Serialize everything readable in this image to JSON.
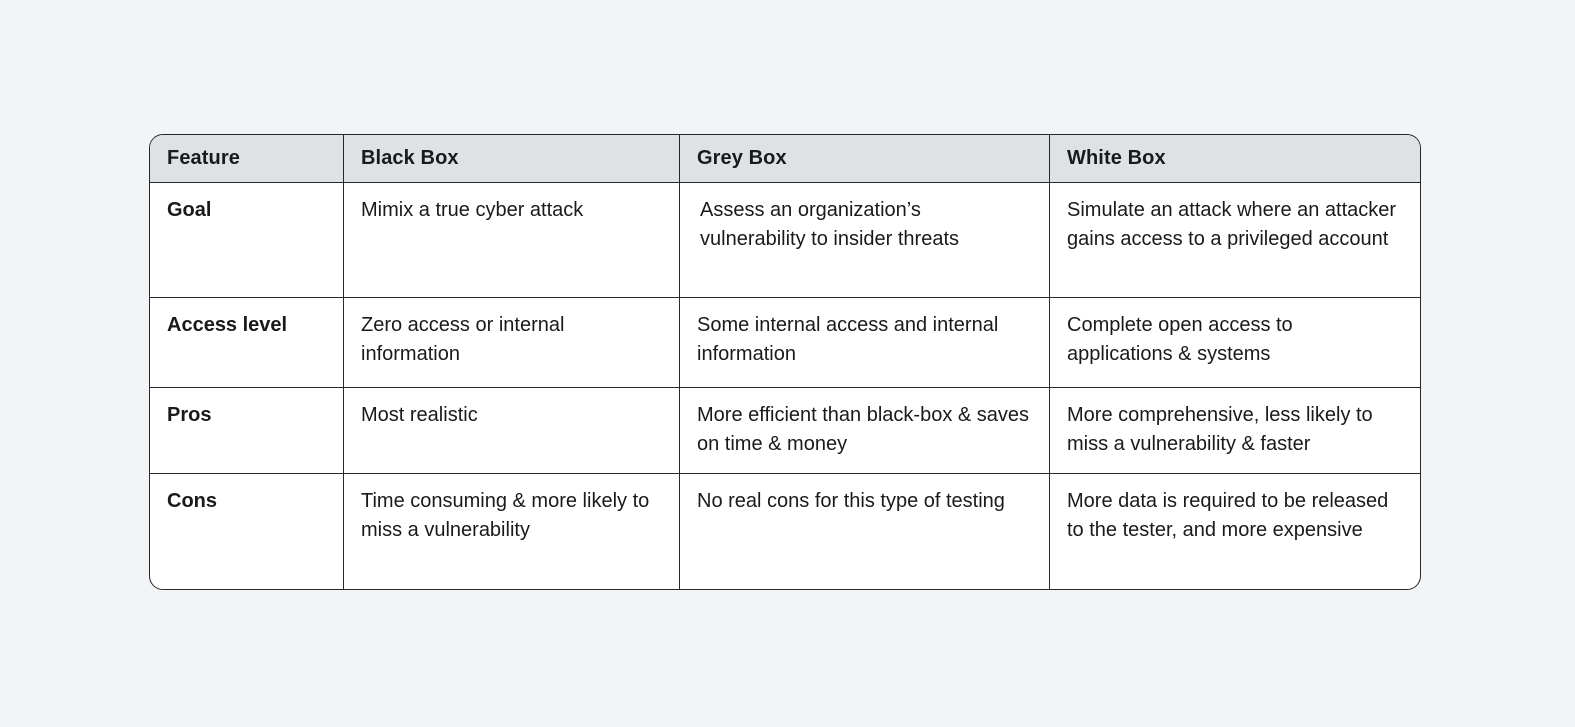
{
  "chart_data": {
    "type": "table",
    "columns": [
      "Feature",
      "Black Box",
      "Grey Box",
      "White Box"
    ],
    "rows": [
      [
        "Goal",
        "Mimix a true cyber attack",
        "Assess an organization’s vulnerability to insider threats",
        "Simulate an attack where an attacker gains access to a privileged account"
      ],
      [
        "Access level",
        "Zero access or internal information",
        "Some internal access and internal information",
        "Complete open access to applications & systems"
      ],
      [
        "Pros",
        "Most realistic",
        "More efficient than black-box & saves on time & money",
        "More comprehensive, less likely to miss a vulnerability & faster"
      ],
      [
        "Cons",
        "Time consuming & more likely to miss a vulnerability",
        "No real cons for this type of testing",
        "More data is required to be released to the tester, and more expensive"
      ]
    ]
  },
  "colors": {
    "page_background": "#f2f4f6",
    "table_background": "#ffffff",
    "header_background": "#dfe2e5",
    "border": "#26282b",
    "text": "#191a1c"
  }
}
